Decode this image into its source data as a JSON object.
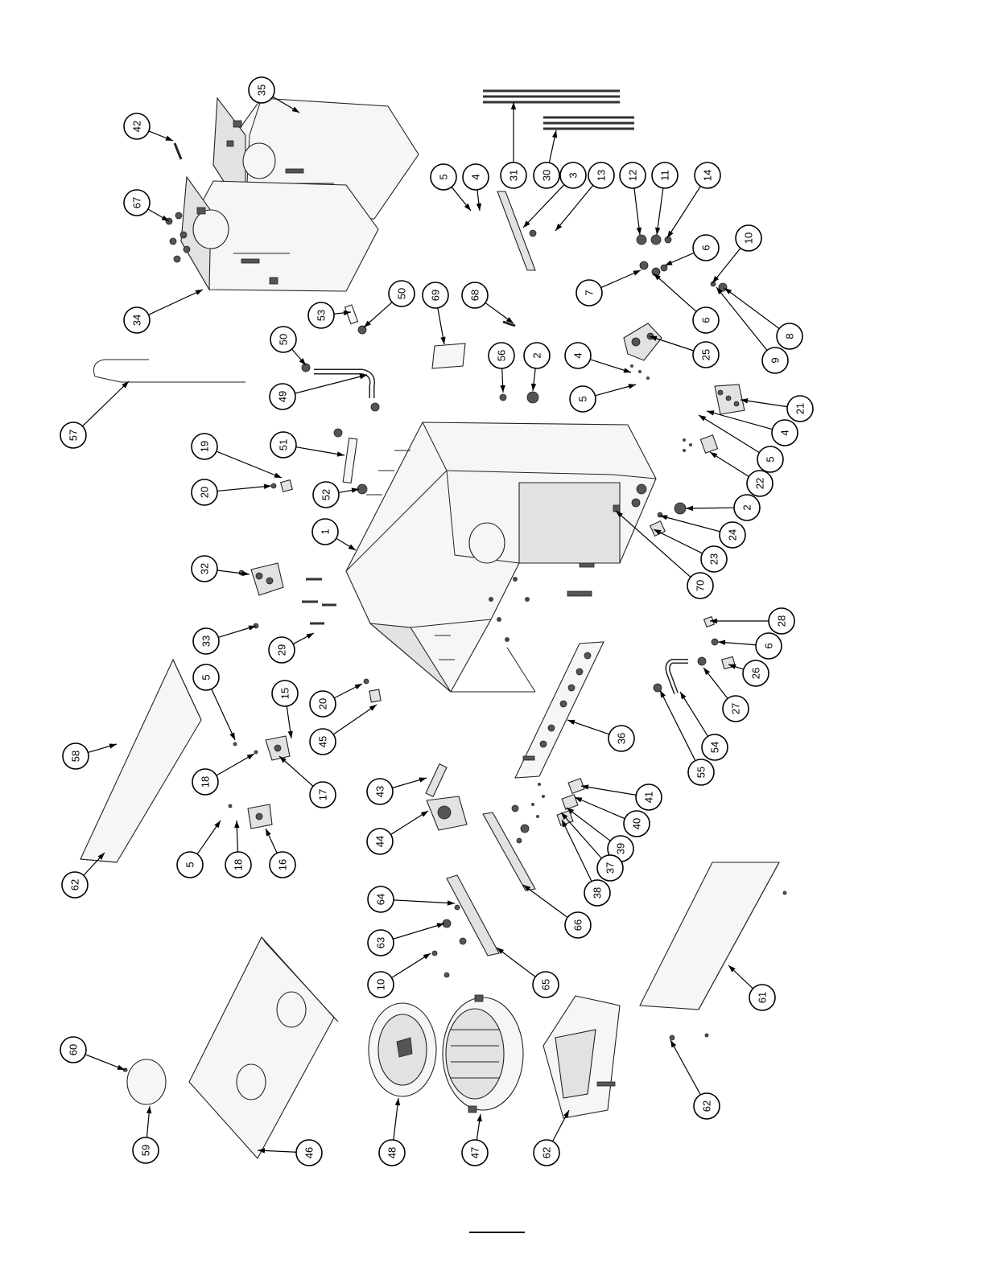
{
  "diagram": {
    "type": "exploded parts diagram",
    "callouts": [
      {
        "label": "35"
      },
      {
        "label": "42"
      },
      {
        "label": "67"
      },
      {
        "label": "34"
      },
      {
        "label": "5"
      },
      {
        "label": "4"
      },
      {
        "label": "31"
      },
      {
        "label": "30"
      },
      {
        "label": "3"
      },
      {
        "label": "13"
      },
      {
        "label": "12"
      },
      {
        "label": "11"
      },
      {
        "label": "14"
      },
      {
        "label": "6"
      },
      {
        "label": "7"
      },
      {
        "label": "6"
      },
      {
        "label": "10"
      },
      {
        "label": "8"
      },
      {
        "label": "9"
      },
      {
        "label": "50"
      },
      {
        "label": "53"
      },
      {
        "label": "50"
      },
      {
        "label": "69"
      },
      {
        "label": "68"
      },
      {
        "label": "56"
      },
      {
        "label": "2"
      },
      {
        "label": "4"
      },
      {
        "label": "5"
      },
      {
        "label": "25"
      },
      {
        "label": "21"
      },
      {
        "label": "4"
      },
      {
        "label": "5"
      },
      {
        "label": "57"
      },
      {
        "label": "49"
      },
      {
        "label": "51"
      },
      {
        "label": "19"
      },
      {
        "label": "20"
      },
      {
        "label": "52"
      },
      {
        "label": "1"
      },
      {
        "label": "22"
      },
      {
        "label": "2"
      },
      {
        "label": "24"
      },
      {
        "label": "23"
      },
      {
        "label": "70"
      },
      {
        "label": "32"
      },
      {
        "label": "33"
      },
      {
        "label": "29"
      },
      {
        "label": "28"
      },
      {
        "label": "6"
      },
      {
        "label": "26"
      },
      {
        "label": "27"
      },
      {
        "label": "54"
      },
      {
        "label": "55"
      },
      {
        "label": "58"
      },
      {
        "label": "5"
      },
      {
        "label": "15"
      },
      {
        "label": "20"
      },
      {
        "label": "45"
      },
      {
        "label": "36"
      },
      {
        "label": "18"
      },
      {
        "label": "17"
      },
      {
        "label": "43"
      },
      {
        "label": "41"
      },
      {
        "label": "44"
      },
      {
        "label": "40"
      },
      {
        "label": "39"
      },
      {
        "label": "37"
      },
      {
        "label": "38"
      },
      {
        "label": "62"
      },
      {
        "label": "5"
      },
      {
        "label": "18"
      },
      {
        "label": "16"
      },
      {
        "label": "64"
      },
      {
        "label": "66"
      },
      {
        "label": "63"
      },
      {
        "label": "10"
      },
      {
        "label": "65"
      },
      {
        "label": "61"
      },
      {
        "label": "62"
      },
      {
        "label": "60"
      },
      {
        "label": "59"
      },
      {
        "label": "46"
      },
      {
        "label": "48"
      },
      {
        "label": "47"
      },
      {
        "label": "62"
      }
    ]
  }
}
